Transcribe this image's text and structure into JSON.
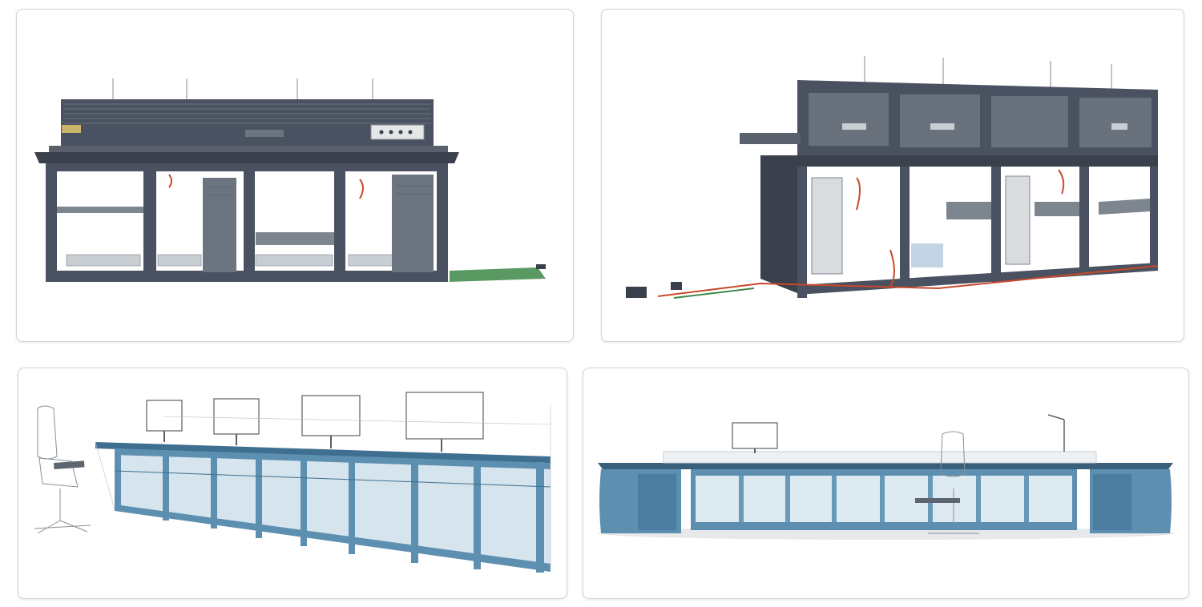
{
  "colors": {
    "rack_dark": "#4a5160",
    "rack_darker": "#3a404c",
    "rack_mid": "#69717c",
    "rack_light": "#8a929c",
    "console_blue": "#5d8fb0",
    "console_blue_dark": "#3f6f90",
    "console_blue_light": "#86b2cc",
    "cable_red": "#c8482c",
    "cable_green": "#3f8a4a",
    "panel_border": "#d4d4d4"
  },
  "panels": [
    {
      "view": "rack-front-elevation",
      "callouts": [
        "",
        "",
        "",
        ""
      ]
    },
    {
      "view": "rack-perspective-with-cabling",
      "callouts": [
        "",
        "",
        "",
        ""
      ]
    },
    {
      "view": "console-perspective-wireframe",
      "monitor_count": 4
    },
    {
      "view": "console-front-elevation",
      "monitor_count": 1
    }
  ]
}
